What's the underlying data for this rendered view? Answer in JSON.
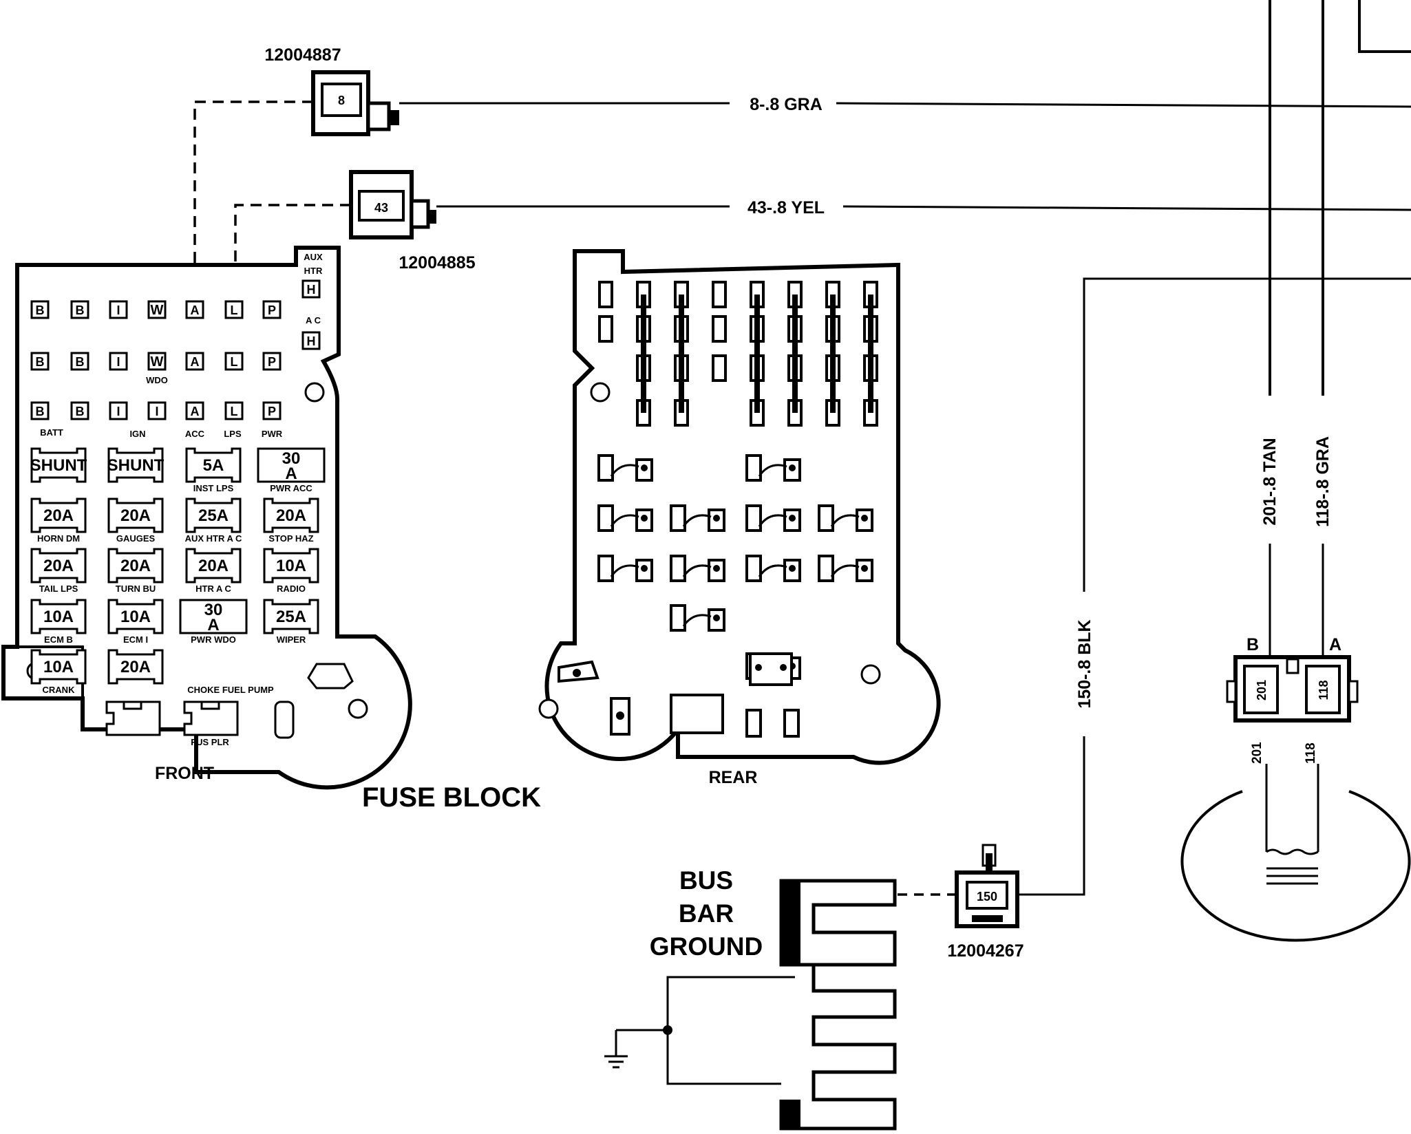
{
  "connectors": {
    "top": {
      "part": "12004887",
      "cavity": "8",
      "wire": "8-.8 GRA"
    },
    "middle": {
      "part": "12004885",
      "cavity": "43",
      "wire": "43-.8 YEL"
    },
    "ground": {
      "part": "12004267",
      "cavity": "150",
      "wire": "150-.8 BLK"
    },
    "right": {
      "pin_b_label": "B",
      "pin_a_label": "A",
      "cavity_b": "201",
      "cavity_a": "118",
      "wire_b": "201-.8 TAN",
      "wire_a": "118-.8 GRA"
    }
  },
  "front_block": {
    "title": "FRONT",
    "aux_htr_label": [
      "AUX",
      "HTR"
    ],
    "aux_htr_slot": "H",
    "ac_label": "A C",
    "ac_slot": "H",
    "slot_rows": [
      [
        "B",
        "B",
        "I",
        "W",
        "A",
        "L",
        "P"
      ],
      [
        "B",
        "B",
        "I",
        "W",
        "A",
        "L",
        "P"
      ],
      [
        "B",
        "B",
        "I",
        "I",
        "A",
        "L",
        "P"
      ]
    ],
    "wdo_label": "WDO",
    "top_labels": [
      "BATT",
      "IGN",
      "ACC",
      "LPS",
      "PWR"
    ],
    "fuses": [
      {
        "top": "",
        "value": "SHUNT",
        "bottom": ""
      },
      {
        "top": "",
        "value": "SHUNT",
        "bottom": ""
      },
      {
        "top": "",
        "value": "5A",
        "bottom": "INST LPS"
      },
      {
        "top": "",
        "value": "30 A",
        "bottom": "PWR ACC"
      },
      {
        "top": "",
        "value": "20A",
        "bottom": "HORN DM"
      },
      {
        "top": "",
        "value": "20A",
        "bottom": "GAUGES"
      },
      {
        "top": "",
        "value": "25A",
        "bottom": "AUX HTR A C"
      },
      {
        "top": "",
        "value": "20A",
        "bottom": "STOP HAZ"
      },
      {
        "top": "",
        "value": "20A",
        "bottom": "TAIL LPS"
      },
      {
        "top": "",
        "value": "20A",
        "bottom": "TURN BU"
      },
      {
        "top": "",
        "value": "20A",
        "bottom": "HTR A C"
      },
      {
        "top": "",
        "value": "10A",
        "bottom": "RADIO"
      },
      {
        "top": "",
        "value": "10A",
        "bottom": "ECM B"
      },
      {
        "top": "",
        "value": "10A",
        "bottom": "ECM I"
      },
      {
        "top": "",
        "value": "30 A",
        "bottom": "PWR WDO"
      },
      {
        "top": "",
        "value": "25A",
        "bottom": "WIPER"
      },
      {
        "top": "",
        "value": "10A",
        "bottom": "CRANK"
      },
      {
        "top": "",
        "value": "20A",
        "bottom": "CHOKE FUEL PUMP"
      }
    ],
    "fus_plr_label": "FUS PLR"
  },
  "rear_block": {
    "title": "REAR"
  },
  "fuse_block_title": "FUSE BLOCK",
  "bus_bar_label": [
    "BUS",
    "BAR",
    "GROUND"
  ],
  "harness": {
    "label_left": "201",
    "label_right": "118"
  }
}
